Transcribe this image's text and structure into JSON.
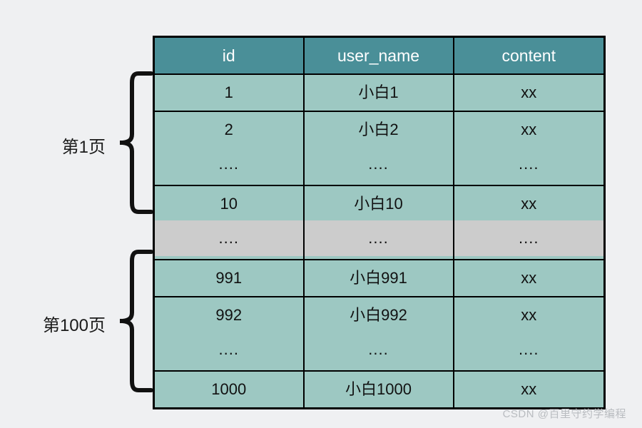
{
  "background_color": "#eff0f2",
  "table": {
    "header_bg": "#4a8f98",
    "header_text_color": "#ffffff",
    "row_bg": "#9dc8c2",
    "gap_row_bg": "#cccccc",
    "border_color": "#000000",
    "columns": [
      {
        "key": "id",
        "label": "id"
      },
      {
        "key": "user_name",
        "label": "user_name"
      },
      {
        "key": "content",
        "label": "content"
      }
    ],
    "rows": [
      {
        "type": "data",
        "id": "1",
        "user_name": "小白1",
        "content": "xx"
      },
      {
        "type": "data",
        "id": "2",
        "user_name": "小白2",
        "content": "xx"
      },
      {
        "type": "ellipsis",
        "id": "....",
        "user_name": "....",
        "content": "...."
      },
      {
        "type": "data",
        "id": "10",
        "user_name": "小白10",
        "content": "xx"
      },
      {
        "type": "gap",
        "id": "....",
        "user_name": "....",
        "content": "...."
      },
      {
        "type": "data",
        "id": "991",
        "user_name": "小白991",
        "content": "xx"
      },
      {
        "type": "data",
        "id": "992",
        "user_name": "小白992",
        "content": "xx"
      },
      {
        "type": "ellipsis",
        "id": "....",
        "user_name": "....",
        "content": "...."
      },
      {
        "type": "data",
        "id": "1000",
        "user_name": "小白1000",
        "content": "xx"
      }
    ]
  },
  "annotations": {
    "page_first": {
      "label": "第1页",
      "brace_icon": "curly-brace-icon"
    },
    "page_last": {
      "label": "第100页",
      "brace_icon": "curly-brace-icon"
    }
  },
  "watermark": {
    "text": "CSDN @百里守约学编程",
    "color": "#b9bcc0"
  }
}
